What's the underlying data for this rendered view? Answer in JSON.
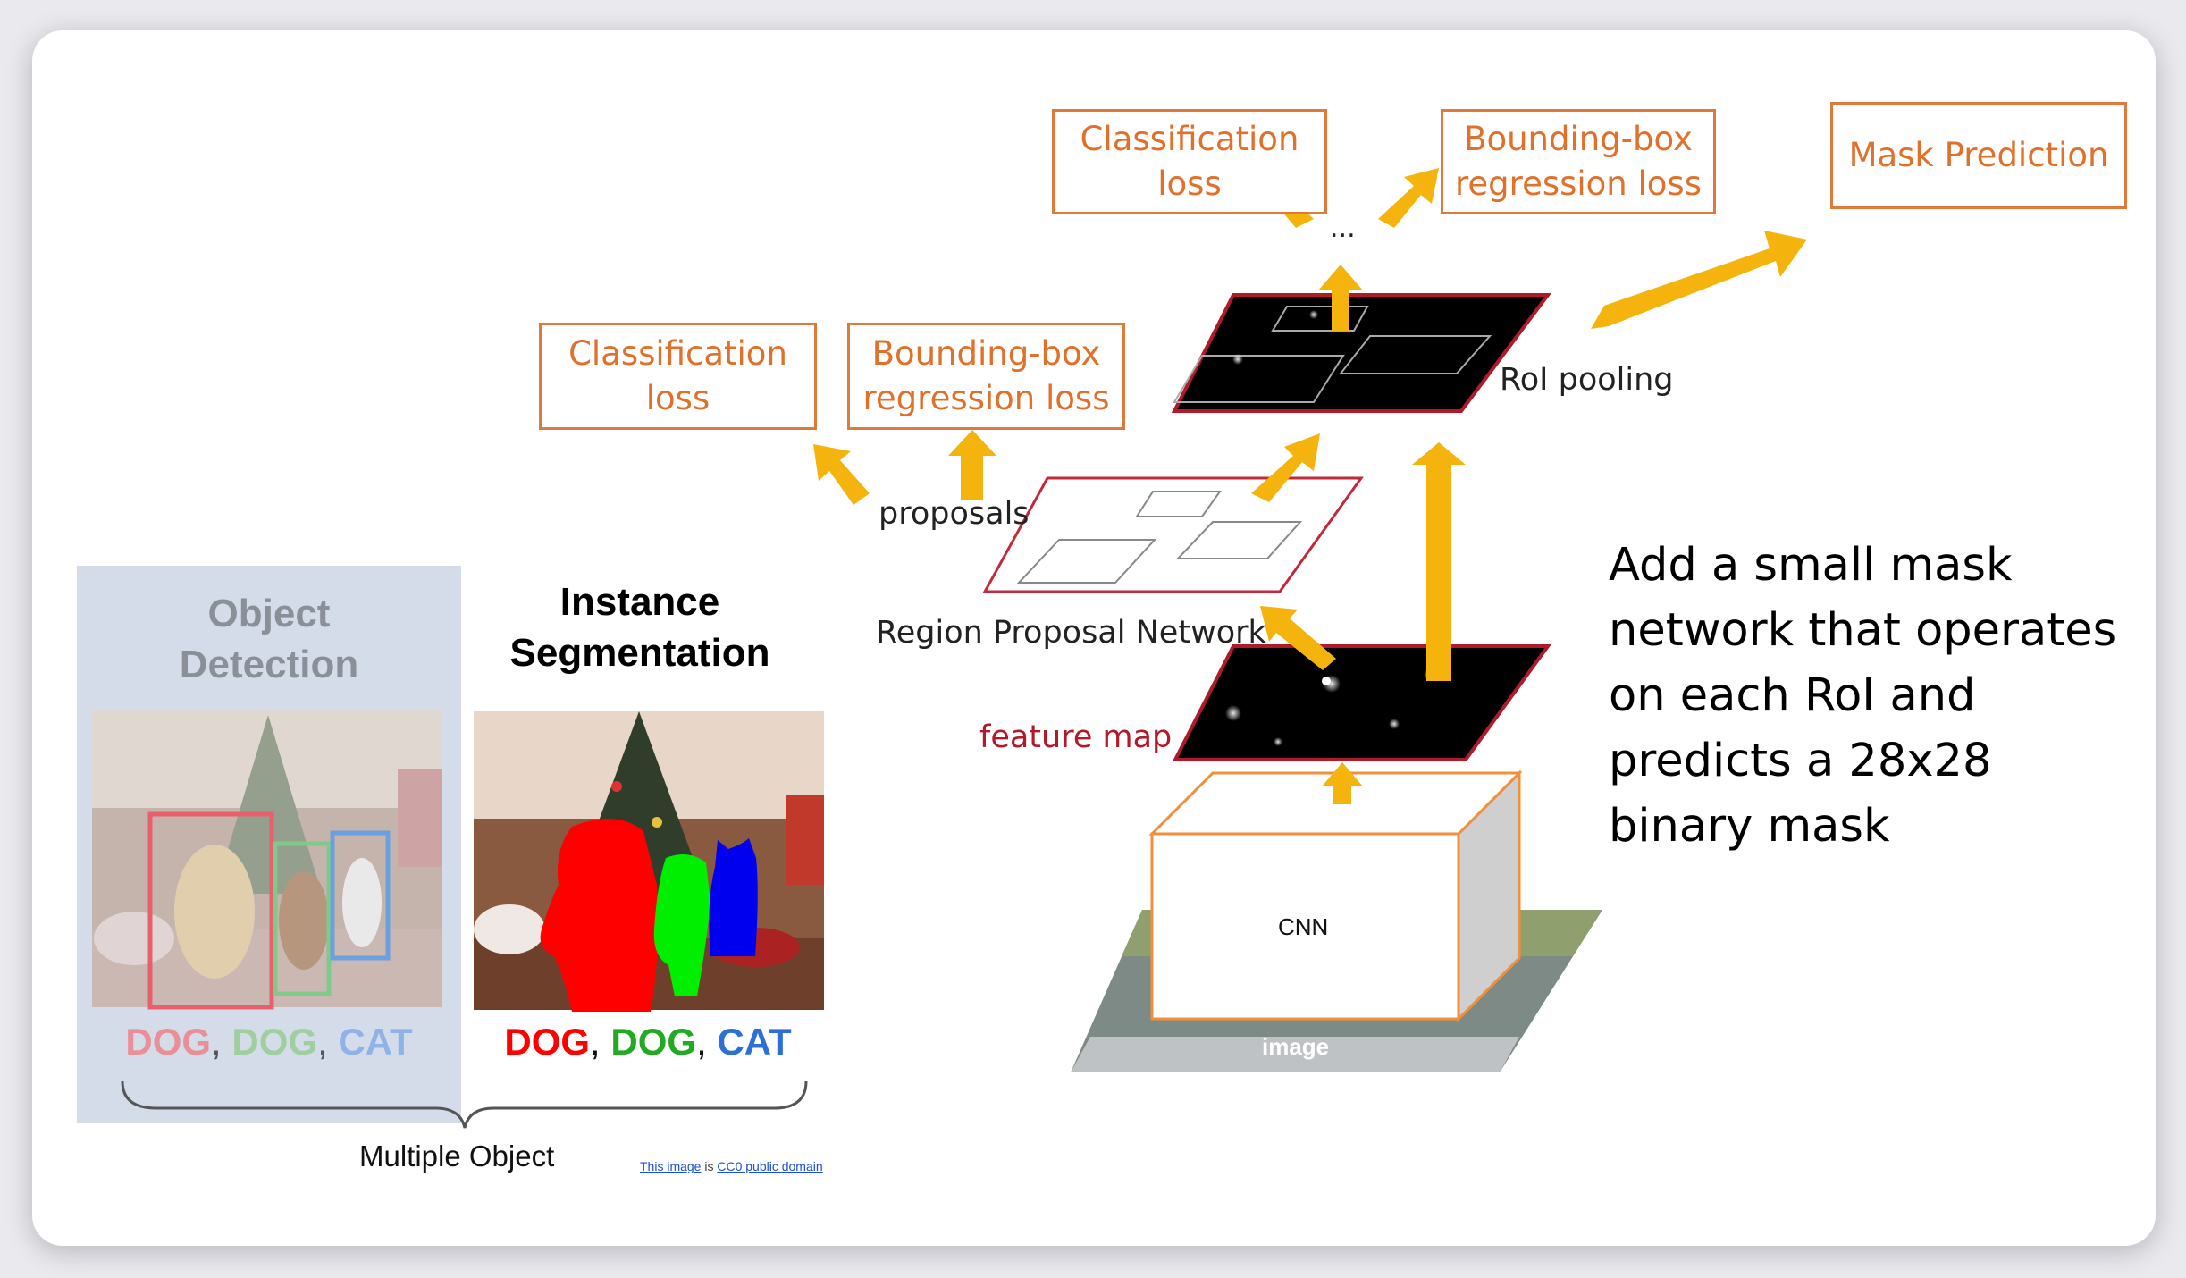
{
  "top_heads": {
    "cls_loss": [
      "Classification",
      "loss"
    ],
    "bbox_loss": [
      "Bounding-box",
      "regression loss"
    ],
    "mask": "Mask Prediction",
    "ellipsis": "..."
  },
  "rpn_heads": {
    "cls_loss": [
      "Classification",
      "loss"
    ],
    "bbox_loss": [
      "Bounding-box",
      "regression loss"
    ]
  },
  "labels": {
    "roi_pooling": "RoI pooling",
    "proposals": "proposals",
    "rpn": "Region Proposal Network",
    "feature_map": "feature map",
    "cnn": "CNN",
    "image": "image"
  },
  "description": [
    "Add a small mask",
    "network that operates",
    "on each RoI and",
    "predicts a 28x28",
    "binary mask"
  ],
  "detection_panel": {
    "title": [
      "Object",
      "Detection"
    ],
    "classes": [
      {
        "text": "DOG",
        "color": "#e88f97"
      },
      {
        "text": "DOG",
        "color": "#9fcf9f"
      },
      {
        "text": "CAT",
        "color": "#8fb3e8"
      }
    ]
  },
  "segmentation_panel": {
    "title": [
      "Instance",
      "Segmentation"
    ],
    "classes": [
      {
        "text": "DOG",
        "color": "#ff0000"
      },
      {
        "text": "DOG",
        "color": "#22aa22"
      },
      {
        "text": "CAT",
        "color": "#2c6fd6"
      }
    ]
  },
  "separator": ",",
  "brace_label": "Multiple Object",
  "credit": {
    "link1": "This image",
    "mid": " is ",
    "link2": "CC0 public domain"
  },
  "colors": {
    "arrow": "#f5b40d",
    "box_border": "#e07a3a",
    "map_border": "#b01a2a",
    "rpn_border": "#c22a3a"
  }
}
